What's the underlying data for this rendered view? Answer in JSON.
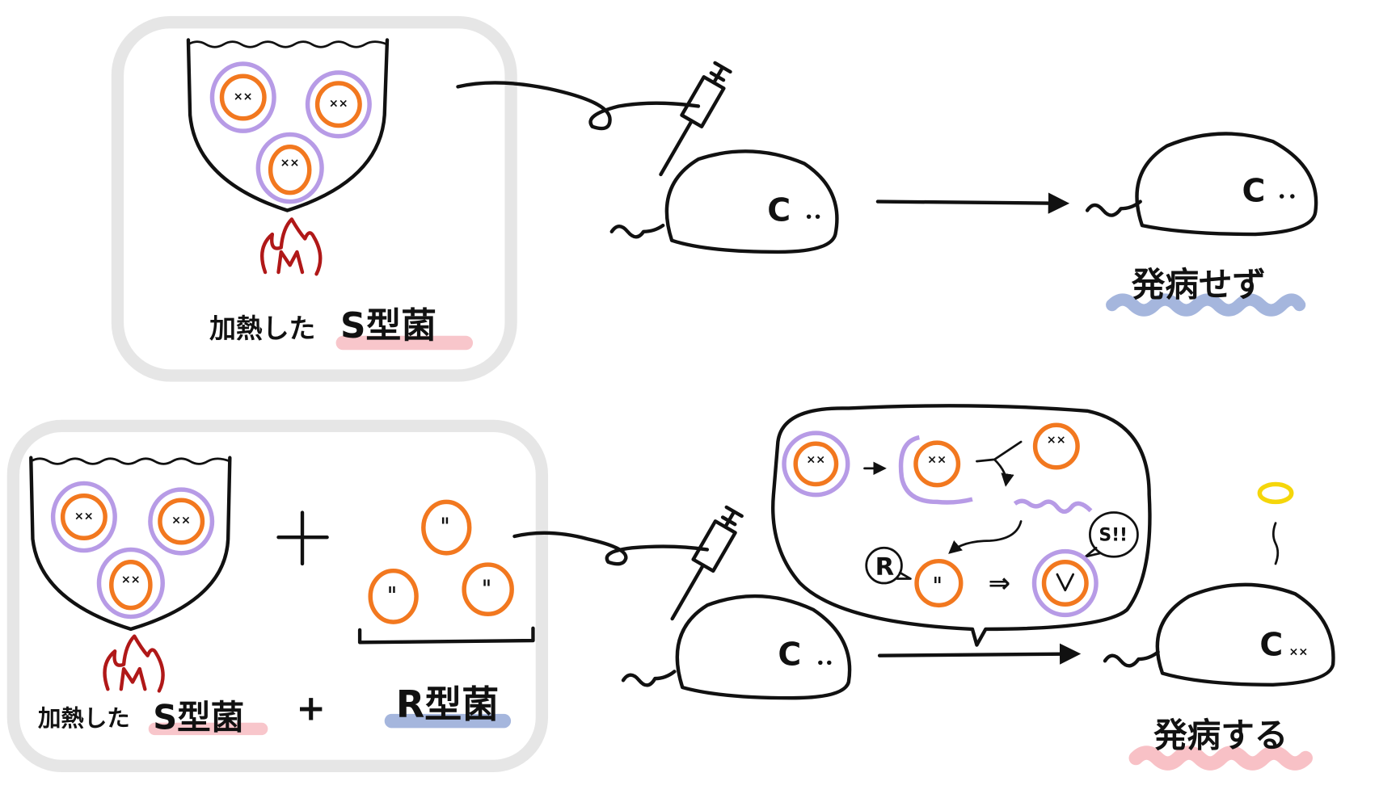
{
  "colors": {
    "cell_outline": "#f2781f",
    "capsule": "#b79be6",
    "flame": "#b01818",
    "highlight_pink": "#f4a0a8",
    "highlight_blue": "#7f97cf",
    "halo": "#f5d60a",
    "panel_border": "#e6e6e6"
  },
  "experiment1": {
    "label_heated": "加熱した",
    "label_s_strain": "S型菌",
    "result": "発病せず"
  },
  "experiment2": {
    "label_heated": "加熱した",
    "label_s_strain": "S型菌",
    "plus": "+",
    "label_r_strain": "R型菌",
    "result": "発病する",
    "bubble": {
      "r_tag": "R",
      "s_exclaim": "S!!"
    }
  }
}
